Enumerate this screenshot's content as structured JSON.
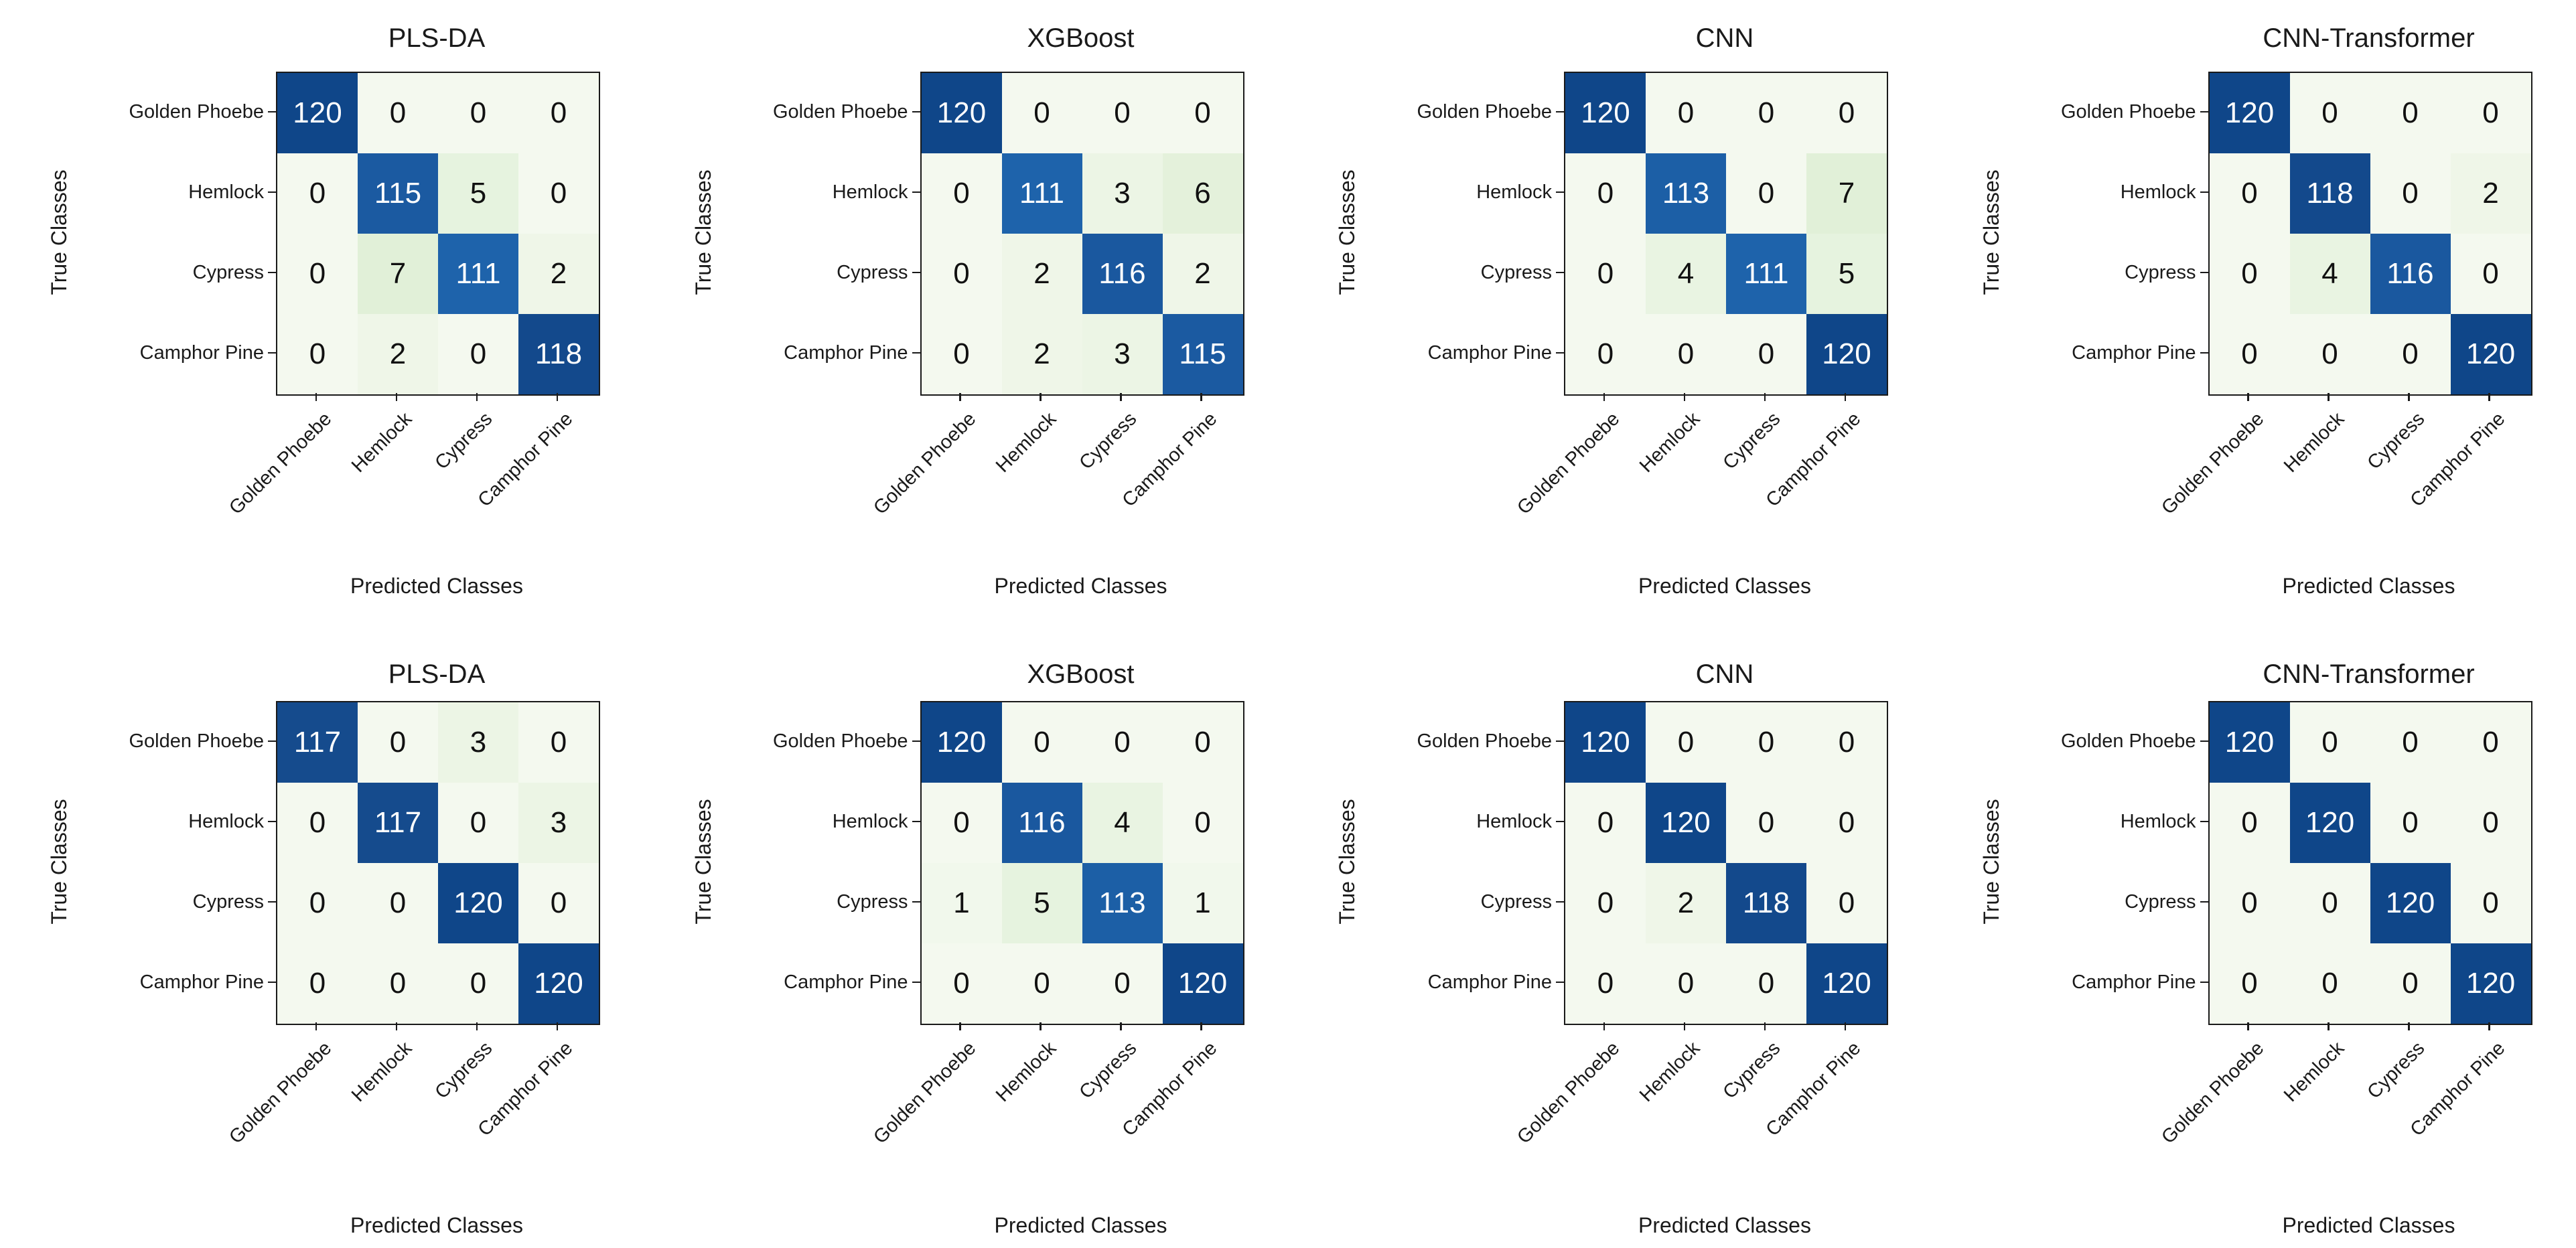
{
  "figure": {
    "background": "#ffffff",
    "xlabel": "Predicted Classes",
    "ylabel": "True Classes",
    "classes": [
      "Golden Phoebe",
      "Hemlock",
      "Cypress",
      "Camphor Pine"
    ],
    "colors": {
      "spine": "#1a1a1a",
      "cell_text_dark": "#111111",
      "cell_text_light": "#ffffff",
      "colormap_anchors": [
        {
          "value": 0,
          "color": "#f4f9ef"
        },
        {
          "value": 7,
          "color": "#e1f0d8"
        },
        {
          "value": 111,
          "color": "#1e63ab"
        },
        {
          "value": 116,
          "color": "#1a589f"
        },
        {
          "value": 117,
          "color": "#154b8d"
        },
        {
          "value": 120,
          "color": "#0f4689"
        }
      ]
    }
  },
  "chart_data": [
    {
      "type": "heatmap",
      "title": "PLS-DA",
      "grid_position": {
        "row": 1,
        "col": 1
      },
      "xlabel": "Predicted Classes",
      "ylabel": "True Classes",
      "x_categories": [
        "Golden Phoebe",
        "Hemlock",
        "Cypress",
        "Camphor Pine"
      ],
      "y_categories": [
        "Golden Phoebe",
        "Hemlock",
        "Cypress",
        "Camphor Pine"
      ],
      "matrix": [
        [
          120,
          0,
          0,
          0
        ],
        [
          0,
          115,
          5,
          0
        ],
        [
          0,
          7,
          111,
          2
        ],
        [
          0,
          2,
          0,
          118
        ]
      ]
    },
    {
      "type": "heatmap",
      "title": "XGBoost",
      "grid_position": {
        "row": 1,
        "col": 2
      },
      "xlabel": "Predicted Classes",
      "ylabel": "True Classes",
      "x_categories": [
        "Golden Phoebe",
        "Hemlock",
        "Cypress",
        "Camphor Pine"
      ],
      "y_categories": [
        "Golden Phoebe",
        "Hemlock",
        "Cypress",
        "Camphor Pine"
      ],
      "matrix": [
        [
          120,
          0,
          0,
          0
        ],
        [
          0,
          111,
          3,
          6
        ],
        [
          0,
          2,
          116,
          2
        ],
        [
          0,
          2,
          3,
          115
        ]
      ]
    },
    {
      "type": "heatmap",
      "title": "CNN",
      "grid_position": {
        "row": 1,
        "col": 3
      },
      "xlabel": "Predicted Classes",
      "ylabel": "True Classes",
      "x_categories": [
        "Golden Phoebe",
        "Hemlock",
        "Cypress",
        "Camphor Pine"
      ],
      "y_categories": [
        "Golden Phoebe",
        "Hemlock",
        "Cypress",
        "Camphor Pine"
      ],
      "matrix": [
        [
          120,
          0,
          0,
          0
        ],
        [
          0,
          113,
          0,
          7
        ],
        [
          0,
          4,
          111,
          5
        ],
        [
          0,
          0,
          0,
          120
        ]
      ]
    },
    {
      "type": "heatmap",
      "title": "CNN-Transformer",
      "grid_position": {
        "row": 1,
        "col": 4
      },
      "xlabel": "Predicted Classes",
      "ylabel": "True Classes",
      "x_categories": [
        "Golden Phoebe",
        "Hemlock",
        "Cypress",
        "Camphor Pine"
      ],
      "y_categories": [
        "Golden Phoebe",
        "Hemlock",
        "Cypress",
        "Camphor Pine"
      ],
      "matrix": [
        [
          120,
          0,
          0,
          0
        ],
        [
          0,
          118,
          0,
          2
        ],
        [
          0,
          4,
          116,
          0
        ],
        [
          0,
          0,
          0,
          120
        ]
      ]
    },
    {
      "type": "heatmap",
      "title": "PLS-DA",
      "grid_position": {
        "row": 2,
        "col": 1
      },
      "xlabel": "Predicted Classes",
      "ylabel": "True Classes",
      "x_categories": [
        "Golden Phoebe",
        "Hemlock",
        "Cypress",
        "Camphor Pine"
      ],
      "y_categories": [
        "Golden Phoebe",
        "Hemlock",
        "Cypress",
        "Camphor Pine"
      ],
      "matrix": [
        [
          117,
          0,
          3,
          0
        ],
        [
          0,
          117,
          0,
          3
        ],
        [
          0,
          0,
          120,
          0
        ],
        [
          0,
          0,
          0,
          120
        ]
      ]
    },
    {
      "type": "heatmap",
      "title": "XGBoost",
      "grid_position": {
        "row": 2,
        "col": 2
      },
      "xlabel": "Predicted Classes",
      "ylabel": "True Classes",
      "x_categories": [
        "Golden Phoebe",
        "Hemlock",
        "Cypress",
        "Camphor Pine"
      ],
      "y_categories": [
        "Golden Phoebe",
        "Hemlock",
        "Cypress",
        "Camphor Pine"
      ],
      "matrix": [
        [
          120,
          0,
          0,
          0
        ],
        [
          0,
          116,
          4,
          0
        ],
        [
          1,
          5,
          113,
          1
        ],
        [
          0,
          0,
          0,
          120
        ]
      ]
    },
    {
      "type": "heatmap",
      "title": "CNN",
      "grid_position": {
        "row": 2,
        "col": 3
      },
      "xlabel": "Predicted Classes",
      "ylabel": "True Classes",
      "x_categories": [
        "Golden Phoebe",
        "Hemlock",
        "Cypress",
        "Camphor Pine"
      ],
      "y_categories": [
        "Golden Phoebe",
        "Hemlock",
        "Cypress",
        "Camphor Pine"
      ],
      "matrix": [
        [
          120,
          0,
          0,
          0
        ],
        [
          0,
          120,
          0,
          0
        ],
        [
          0,
          2,
          118,
          0
        ],
        [
          0,
          0,
          0,
          120
        ]
      ]
    },
    {
      "type": "heatmap",
      "title": "CNN-Transformer",
      "grid_position": {
        "row": 2,
        "col": 4
      },
      "xlabel": "Predicted Classes",
      "ylabel": "True Classes",
      "x_categories": [
        "Golden Phoebe",
        "Hemlock",
        "Cypress",
        "Camphor Pine"
      ],
      "y_categories": [
        "Golden Phoebe",
        "Hemlock",
        "Cypress",
        "Camphor Pine"
      ],
      "matrix": [
        [
          120,
          0,
          0,
          0
        ],
        [
          0,
          120,
          0,
          0
        ],
        [
          0,
          0,
          120,
          0
        ],
        [
          0,
          0,
          0,
          120
        ]
      ]
    }
  ]
}
